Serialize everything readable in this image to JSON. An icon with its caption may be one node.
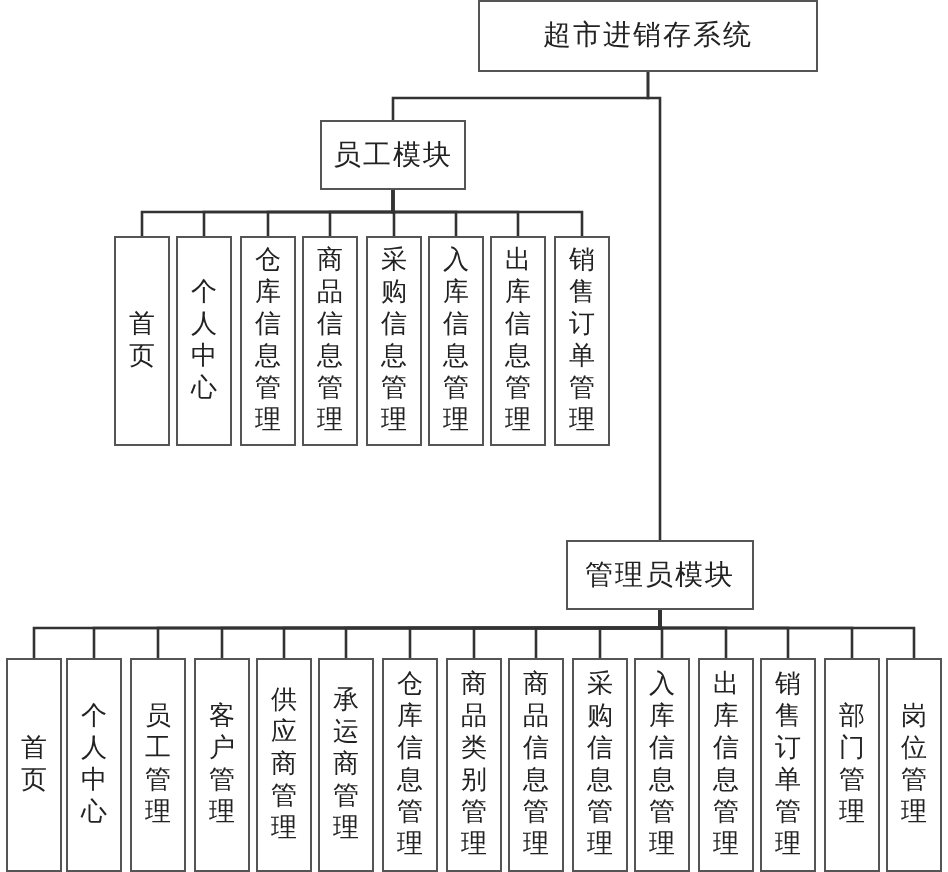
{
  "diagram": {
    "nodes": [
      {
        "text": [
          "超市进销存系统"
        ]
      },
      {
        "text": [
          "员工模块"
        ]
      },
      {
        "text": [
          "首页"
        ]
      },
      {
        "text": [
          "个人中心"
        ]
      },
      {
        "text": [
          "仓库信息管理"
        ]
      },
      {
        "text": [
          "商品信息管理"
        ]
      },
      {
        "text": [
          "采购信息管理"
        ]
      },
      {
        "text": [
          "入库信息管理"
        ]
      },
      {
        "text": [
          "出库信息管理"
        ]
      },
      {
        "text": [
          "销售订单管理"
        ]
      },
      {
        "text": [
          "管理员模块"
        ]
      },
      {
        "text": [
          "首页"
        ]
      },
      {
        "text": [
          "个人中心"
        ]
      },
      {
        "text": [
          "员工管理"
        ]
      },
      {
        "text": [
          "客户管理"
        ]
      },
      {
        "text": [
          "供应商管理"
        ]
      },
      {
        "text": [
          "承运商管理"
        ]
      },
      {
        "text": [
          "仓库信息管理"
        ]
      },
      {
        "text": [
          "商品类别管理"
        ]
      },
      {
        "text": [
          "商品信息管理"
        ]
      },
      {
        "text": [
          "采购信息管理"
        ]
      },
      {
        "text": [
          "入库信息管理"
        ]
      },
      {
        "text": [
          "出库信息管理"
        ]
      },
      {
        "text": [
          "销售订单管理"
        ]
      },
      {
        "text": [
          "部门管理"
        ]
      },
      {
        "text": [
          "岗位管理"
        ]
      }
    ],
    "edges": [
      {
        "from": 0,
        "to": 1,
        "arrow": "none"
      },
      {
        "from": 0,
        "to": 10,
        "arrow": "none"
      },
      {
        "from": 1,
        "to": 2,
        "arrow": "none"
      },
      {
        "from": 1,
        "to": 3,
        "arrow": "none"
      },
      {
        "from": 1,
        "to": 4,
        "arrow": "none"
      },
      {
        "from": 1,
        "to": 5,
        "arrow": "none"
      },
      {
        "from": 1,
        "to": 6,
        "arrow": "none"
      },
      {
        "from": 1,
        "to": 7,
        "arrow": "none"
      },
      {
        "from": 1,
        "to": 8,
        "arrow": "none"
      },
      {
        "from": 1,
        "to": 9,
        "arrow": "none"
      },
      {
        "from": 10,
        "to": 11,
        "arrow": "none"
      },
      {
        "from": 10,
        "to": 12,
        "arrow": "none"
      },
      {
        "from": 10,
        "to": 13,
        "arrow": "none"
      },
      {
        "from": 10,
        "to": 14,
        "arrow": "none"
      },
      {
        "from": 10,
        "to": 15,
        "arrow": "none"
      },
      {
        "from": 10,
        "to": 16,
        "arrow": "none"
      },
      {
        "from": 10,
        "to": 17,
        "arrow": "none"
      },
      {
        "from": 10,
        "to": 18,
        "arrow": "none"
      },
      {
        "from": 10,
        "to": 19,
        "arrow": "none"
      },
      {
        "from": 10,
        "to": 20,
        "arrow": "none"
      },
      {
        "from": 10,
        "to": 21,
        "arrow": "none"
      },
      {
        "from": 10,
        "to": 22,
        "arrow": "none"
      },
      {
        "from": 10,
        "to": 23,
        "arrow": "none"
      },
      {
        "from": 10,
        "to": 24,
        "arrow": "none"
      },
      {
        "from": 10,
        "to": 25,
        "arrow": "none"
      }
    ]
  }
}
